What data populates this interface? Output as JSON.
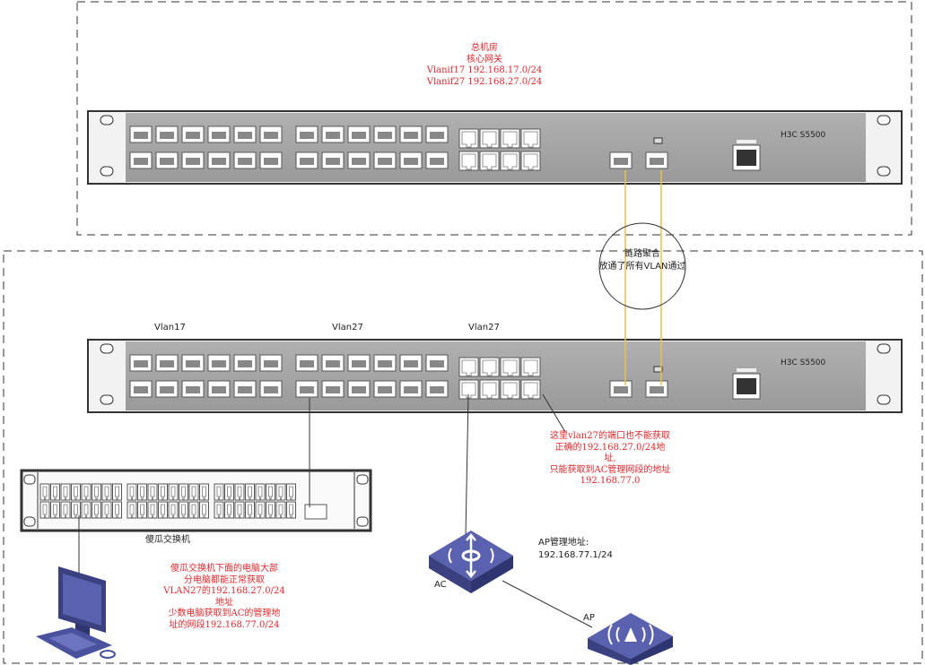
{
  "core": {
    "lines": [
      "总机房",
      "核心网关",
      "Vlanif17  192.168.17.0/24",
      "Vlanif27  192.168.27.0/24"
    ],
    "model": "H3C S5500"
  },
  "access": {
    "model": "H3C S5500",
    "vlan_labels": [
      "Vlan17",
      "Vlan27",
      "Vlan27"
    ]
  },
  "link_agg": {
    "lines": [
      "链路聚合",
      "放通了所有VLAN通过"
    ]
  },
  "note_port": {
    "lines": [
      "这里vlan27的端口也不能获取",
      "正确的192.168.27.0/24地",
      "址,",
      "只能获取到AC管理网段的地址",
      "192.168.77.0"
    ]
  },
  "dumb_switch": {
    "label": "傻瓜交换机"
  },
  "note_pc": {
    "lines": [
      "傻瓜交换机下面的电脑大部",
      "分电脑都能正常获取",
      "VLAN27的192.168.27.0/24",
      "地址",
      "少数电脑获取到AC的管理地",
      "址的网段192.168.77.0/24"
    ]
  },
  "ac": {
    "label": "AC"
  },
  "ap": {
    "label": "AP",
    "mgmt_lines": [
      "AP管理地址:",
      "192.168.77.1/24"
    ]
  },
  "colors": {
    "annotation": "#e0282c",
    "device": "#4a529e",
    "link_yellow": "#e8c24a",
    "chassis": "#a3a3a3"
  }
}
